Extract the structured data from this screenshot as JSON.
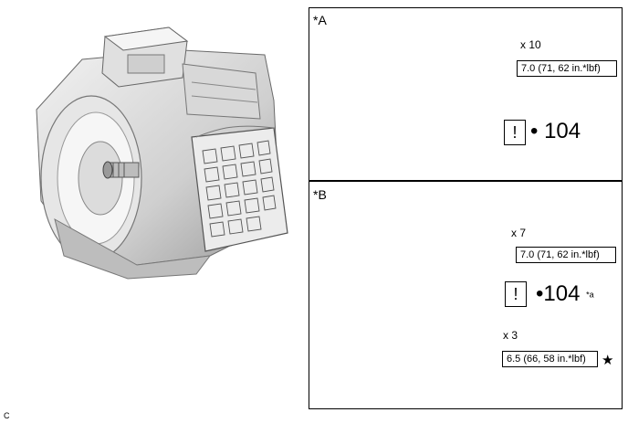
{
  "figure_code": "C",
  "panel_a": {
    "label": "*A",
    "bolt_quantity": "x 10",
    "torque_spec": "7.0 (71, 62 in.*lbf)",
    "warning_symbol": "!",
    "part_number": "• 104"
  },
  "panel_b": {
    "label": "*B",
    "bolt_quantity_main": "x 7",
    "torque_spec_main": "7.0 (71, 62 in.*lbf)",
    "warning_symbol": "!",
    "part_number": "•104",
    "part_note": "*a",
    "bolt_quantity_special": "x 3",
    "torque_spec_special": "6.5 (66, 58 in.*lbf)",
    "star_symbol": "★"
  },
  "colors": {
    "pan_blue": "#1030c8",
    "pan_dark": "#081870",
    "pan_light": "#4c6cf0",
    "transmission_gray": "#d4d4d4"
  }
}
